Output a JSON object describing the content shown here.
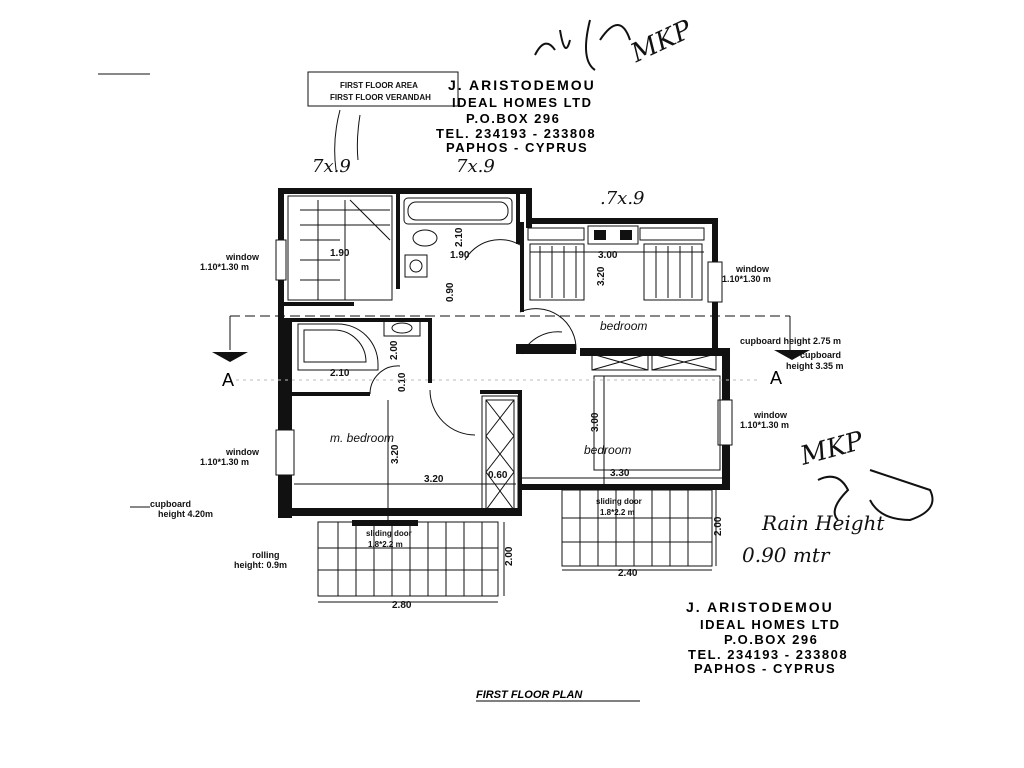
{
  "plan_title": "FIRST FLOOR PLAN",
  "stamp_top": {
    "name": "J. ARISTODEMOU",
    "company": "IDEAL HOMES LTD",
    "pobox": "P.O.BOX 296",
    "tel": "TEL. 234193 - 233808",
    "city": "PAPHOS - CYPRUS",
    "box_line1": "FIRST FLOOR AREA",
    "box_line2": "FIRST FLOOR VERANDAH"
  },
  "stamp_bottom": {
    "name": "J. ARISTODEMOU",
    "company": "IDEAL HOMES LTD",
    "pobox": "P.O.BOX 296",
    "tel": "TEL. 234193 - 233808",
    "city": "PAPHOS - CYPRUS"
  },
  "rooms": {
    "bedroom_top": "bedroom",
    "bedroom_right": "bedroom",
    "master": "m. bedroom"
  },
  "labels": {
    "window_left_top": "window",
    "window_left_top_size": "1.10*1.30 m",
    "window_right_top": "window",
    "window_right_top_size": "1.10*1.30 m",
    "window_right_mid": "window",
    "window_right_mid_size": "1.10*1.30 m",
    "window_left_bottom": "window",
    "window_left_bottom_size": "1.10*1.30 m",
    "cupboard_height_right": "cupboard height 2.75 m",
    "cupboard_right": "cupboard",
    "cupboard_right_height": "height 3.35 m",
    "cupboard_left": "cupboard",
    "cupboard_left_height": "height 4.20m",
    "rolling": "rolling",
    "rolling_height": "height: 0.9m",
    "sliding_left": "sliding door",
    "sliding_left_size": "1.8*2.2 m",
    "sliding_right": "sliding door",
    "sliding_right_size": "1.8*2.2 m",
    "section_left": "A",
    "section_right": "A"
  },
  "dimensions": {
    "stair_w": "1.90",
    "bath_w": "1.90",
    "bath_h": "2.10",
    "hall": "0.90",
    "bed_top_w": "3.00",
    "bed_top_h": "3.20",
    "ensuite_w": "2.10",
    "ensuite_h": "2.00",
    "ensuite_d": "0.10",
    "master_h": "3.20",
    "master_w": "3.20",
    "closet": "0.60",
    "bed_right_h": "3.00",
    "bed_right_w": "3.30",
    "veranda_left_w": "2.80",
    "veranda_left_h": "2.00",
    "veranda_right_w": "2.40",
    "veranda_right_h": "2.00"
  },
  "handwriting": {
    "top_sign": "MKP",
    "top_left": "7x.9",
    "top_mid": "7x.9",
    "mid_right": ".7x.9",
    "right_sign": "MKP",
    "rain1": "Rain Height",
    "rain2": "0.90 mtr"
  }
}
